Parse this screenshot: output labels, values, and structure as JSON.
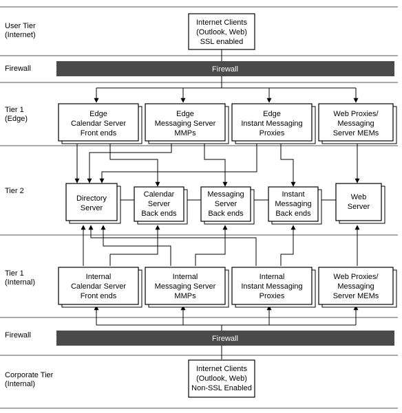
{
  "tiers": {
    "user": {
      "line1": "User Tier",
      "line2": "(Internet)"
    },
    "firewall_top": {
      "line1": "Firewall"
    },
    "tier1_edge": {
      "line1": "Tier 1",
      "line2": "(Edge)"
    },
    "tier2": {
      "line1": "Tier 2"
    },
    "tier1_internal": {
      "line1": "Tier 1",
      "line2": "(Internal)"
    },
    "firewall_bottom": {
      "line1": "Firewall"
    },
    "corporate": {
      "line1": "Corporate Tier",
      "line2": "(Internal)"
    }
  },
  "firewall_bars": {
    "top": "Firewall",
    "bottom": "Firewall"
  },
  "boxes": {
    "internet_clients_top": [
      "Internet Clients",
      "(Outlook, Web)",
      "SSL enabled"
    ],
    "edge_calendar": [
      "Edge",
      "Calendar Server",
      "Front ends"
    ],
    "edge_messaging": [
      "Edge",
      "Messaging Server",
      "MMPs"
    ],
    "edge_im": [
      "Edge",
      "Instant Messaging",
      "Proxies"
    ],
    "edge_web_proxies": [
      "Web Proxies/",
      "Messaging",
      "Server MEMs"
    ],
    "directory_server": [
      "Directory",
      "Server"
    ],
    "calendar_backend": [
      "Calendar",
      "Server",
      "Back ends"
    ],
    "messaging_backend": [
      "Messaging",
      "Server",
      "Back ends"
    ],
    "im_backend": [
      "Instant",
      "Messaging",
      "Back ends"
    ],
    "web_server": [
      "Web",
      "Server"
    ],
    "internal_calendar": [
      "Internal",
      "Calendar Server",
      "Front ends"
    ],
    "internal_messaging": [
      "Internal",
      "Messaging Server",
      "MMPs"
    ],
    "internal_im": [
      "Internal",
      "Instant Messaging",
      "Proxies"
    ],
    "internal_web_proxies": [
      "Web Proxies/",
      "Messaging",
      "Server MEMs"
    ],
    "internet_clients_bottom": [
      "Internet Clients",
      "(Outlook, Web)",
      "Non-SSL Enabled"
    ]
  },
  "colors": {
    "firewall_bar": "#4a4a4a",
    "separator": "#aaaaaa",
    "line": "#000000"
  }
}
